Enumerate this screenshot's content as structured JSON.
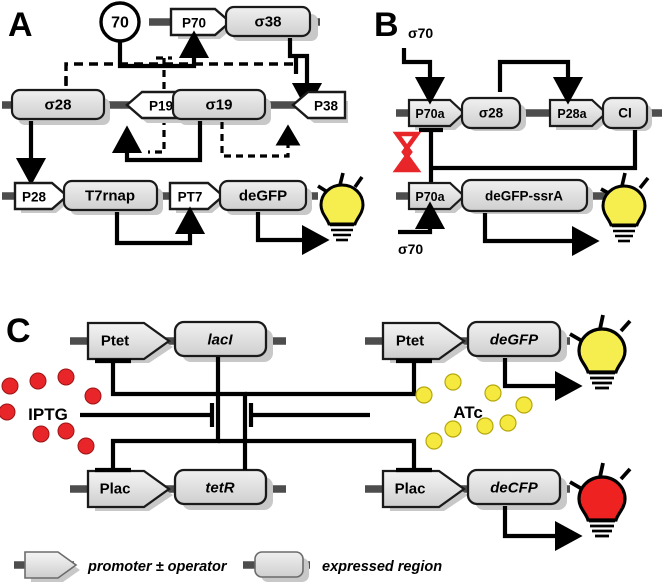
{
  "figure": {
    "type": "diagram",
    "subject": "synthetic gene circuits schematic",
    "panels": [
      "A",
      "B",
      "C"
    ]
  },
  "panels": {
    "a": {
      "label": "A",
      "sigma_circle": "70",
      "parts": [
        {
          "name": "P70",
          "kind": "promoter",
          "fill": "white",
          "dir": "right"
        },
        {
          "name": "σ38",
          "kind": "gene",
          "fill": "gray"
        },
        {
          "name": "σ28",
          "kind": "gene",
          "fill": "gray"
        },
        {
          "name": "P19",
          "kind": "promoter",
          "fill": "white",
          "dir": "left"
        },
        {
          "name": "σ19",
          "kind": "gene",
          "fill": "gray"
        },
        {
          "name": "P38",
          "kind": "promoter",
          "fill": "white",
          "dir": "left"
        },
        {
          "name": "P28",
          "kind": "promoter",
          "fill": "white",
          "dir": "right"
        },
        {
          "name": "T7rnap",
          "kind": "gene",
          "fill": "gray"
        },
        {
          "name": "PT7",
          "kind": "promoter",
          "fill": "white",
          "dir": "right"
        },
        {
          "name": "deGFP",
          "kind": "gene",
          "fill": "gray"
        }
      ],
      "bulb": {
        "name": "gfp-bulb",
        "color": "#f5ee4e"
      }
    },
    "b": {
      "label": "B",
      "sigma_top": "σ70",
      "sigma_bottom": "σ70",
      "parts": [
        {
          "name": "P70a",
          "kind": "promoter",
          "fill": "gray",
          "dir": "right"
        },
        {
          "name": "σ28",
          "kind": "gene",
          "fill": "gray"
        },
        {
          "name": "P28a",
          "kind": "promoter",
          "fill": "gray",
          "dir": "right"
        },
        {
          "name": "CI",
          "kind": "gene",
          "fill": "gray"
        },
        {
          "name": "P70a",
          "kind": "promoter",
          "fill": "gray",
          "dir": "right"
        },
        {
          "name": "deGFP-ssrA",
          "kind": "gene",
          "fill": "gray"
        }
      ],
      "delay_icon": "hourglass-icon",
      "delay_color": "#e8262a",
      "bulb": {
        "name": "gfp-bulb",
        "color": "#f5ee4e"
      }
    },
    "c": {
      "label": "C",
      "inducers": [
        {
          "name": "IPTG",
          "color": "#e8262a",
          "count": 8
        },
        {
          "name": "ATc",
          "color": "#f5e93f",
          "count": 8
        }
      ],
      "parts": [
        {
          "name": "Ptet",
          "kind": "promoter",
          "fill": "gray",
          "dir": "right"
        },
        {
          "name": "lacI",
          "kind": "gene",
          "fill": "gray",
          "italic": true
        },
        {
          "name": "Ptet",
          "kind": "promoter",
          "fill": "gray",
          "dir": "right"
        },
        {
          "name": "deGFP",
          "kind": "gene",
          "fill": "gray",
          "italic": true
        },
        {
          "name": "Plac",
          "kind": "promoter",
          "fill": "gray",
          "dir": "right"
        },
        {
          "name": "tetR",
          "kind": "gene",
          "fill": "gray",
          "italic": true
        },
        {
          "name": "Plac",
          "kind": "promoter",
          "fill": "gray",
          "dir": "right"
        },
        {
          "name": "deCFP",
          "kind": "gene",
          "fill": "gray",
          "italic": true
        }
      ],
      "bulbs": [
        {
          "name": "gfp-bulb",
          "color": "#f5ee4e"
        },
        {
          "name": "cfp-bulb",
          "color": "#ef2222"
        }
      ]
    }
  },
  "legend": {
    "items": [
      {
        "glyph": "promoter-shape",
        "label": "promoter ± operator"
      },
      {
        "glyph": "gene-shape",
        "label": "expressed region"
      }
    ]
  },
  "colors": {
    "gene_fill": "#dcdcdc",
    "promoter_white": "#ffffff",
    "backbone": "#4d4d4d",
    "outline": "#1a1a1a",
    "shadow": "#c8c8c8",
    "bulb_yellow": "#f5ee4e",
    "bulb_red": "#ef2222",
    "iptg_red": "#e8262a",
    "atc_yellow": "#f5e93f",
    "hourglass_red": "#e8262a"
  }
}
